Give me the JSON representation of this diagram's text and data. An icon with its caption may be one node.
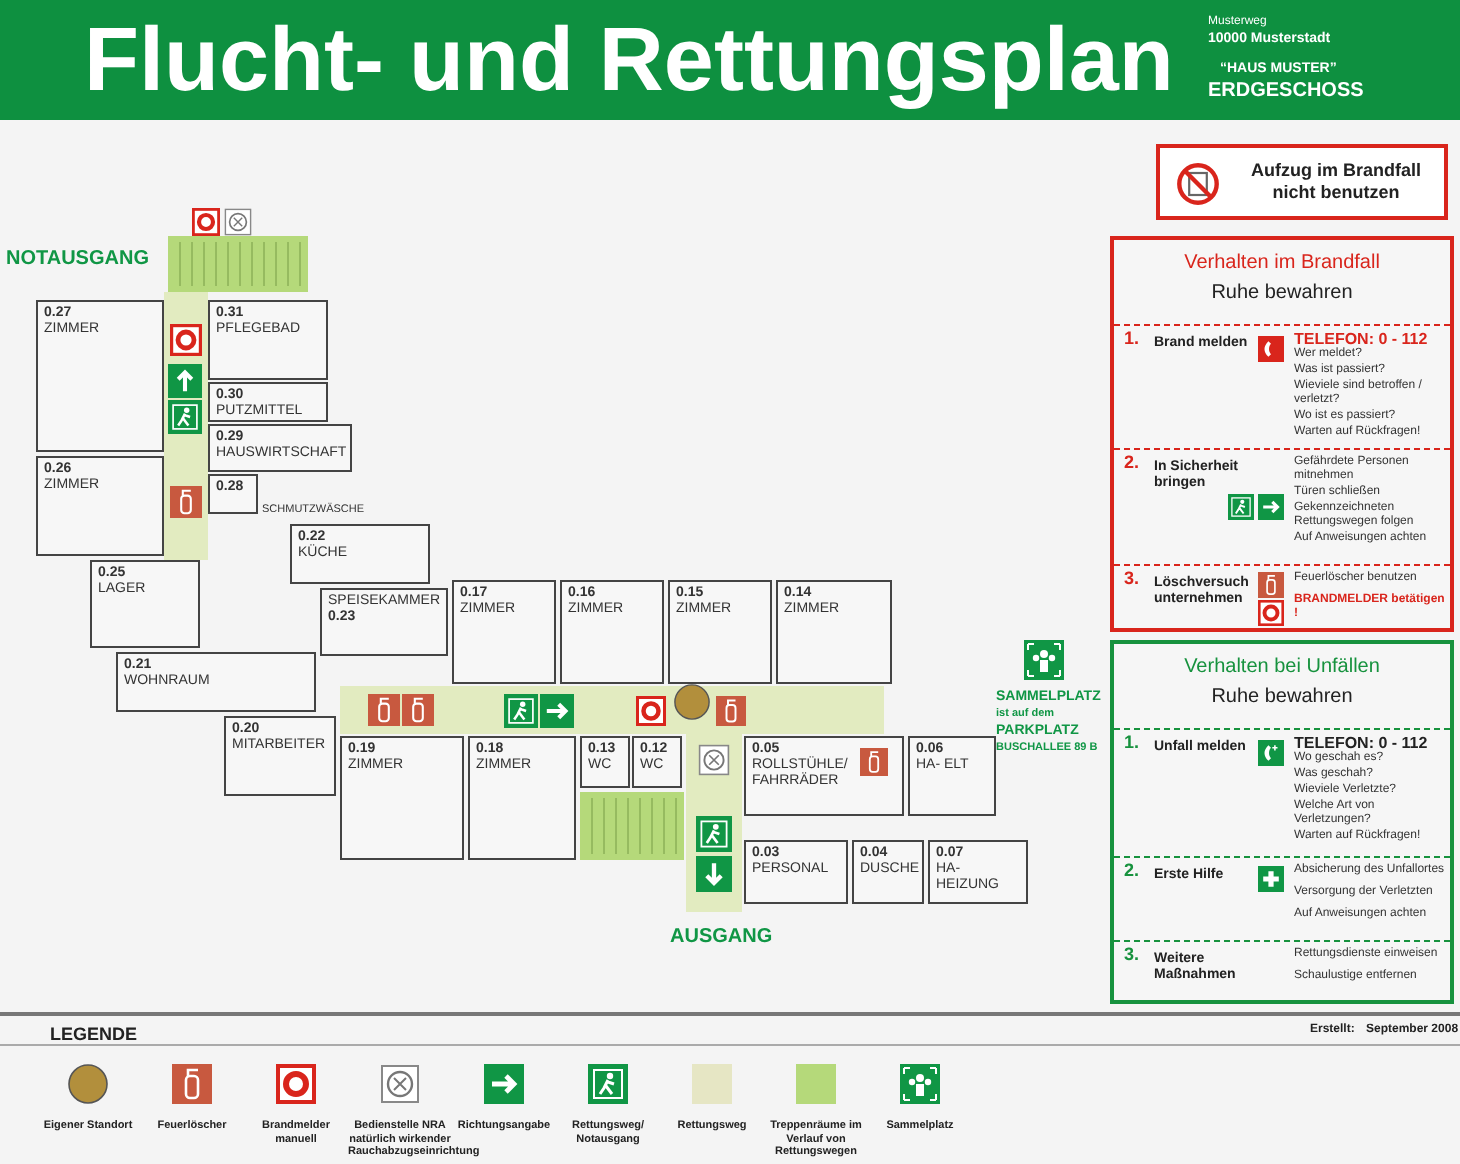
{
  "diagram": {
    "title": "Flucht- und Rettungsplan",
    "nodes": [
      {
        "text": [
          "Aufzug im Brandfall nicht benutzen"
        ]
      },
      {
        "text": [
          "0.27",
          "ZIMMER"
        ]
      },
      {
        "text": [
          "0.31",
          "PFLEGEBAD"
        ]
      },
      {
        "text": [
          "0.30",
          "PUTZMITTEL"
        ]
      },
      {
        "text": [
          "0.29",
          "HAUSWIRTSCHAFT"
        ]
      },
      {
        "text": [
          "0.26",
          "ZIMMER"
        ]
      },
      {
        "text": [
          "0.28"
        ]
      },
      {
        "text": [
          "0.22",
          "KÜCHE"
        ]
      },
      {
        "text": [
          "0.25",
          "LAGER"
        ]
      },
      {
        "text": [
          "SPEISEKAMMER",
          "0.23"
        ]
      },
      {
        "text": [
          "0.21",
          "WOHNRAUM"
        ]
      },
      {
        "text": [
          "0.17",
          "ZIMMER"
        ]
      },
      {
        "text": [
          "0.16",
          "ZIMMER"
        ]
      },
      {
        "text": [
          "0.15",
          "ZIMMER"
        ]
      },
      {
        "text": [
          "0.14",
          "ZIMMER"
        ]
      },
      {
        "text": [
          "0.20",
          "MITARBEITER"
        ]
      },
      {
        "text": [
          "0.19",
          "ZIMMER"
        ]
      },
      {
        "text": [
          "0.18",
          "ZIMMER"
        ]
      },
      {
        "text": [
          "0.13",
          "WC"
        ]
      },
      {
        "text": [
          "0.12",
          "WC"
        ]
      },
      {
        "text": [
          "0.05",
          "ROLLSTÜHLE/ FAHRRÄDER"
        ]
      },
      {
        "text": [
          "0.06",
          "HA- ELT"
        ]
      },
      {
        "text": [
          "0.03",
          "PERSONAL"
        ]
      },
      {
        "text": [
          "0.04",
          "DUSCHE"
        ]
      },
      {
        "text": [
          "0.07",
          "HA- HEIZUNG"
        ]
      },
      {
        "text": [
          "Verhalten im Brandfall",
          "Ruhe bewahren"
        ]
      },
      {
        "text": [
          "1.",
          "Brand melden",
          "TELEFON: 0 - 112",
          "Wer meldet?",
          "Was ist passiert?",
          "Wieviele sind betroffen / verletzt?",
          "Wo ist es passiert?",
          "Warten auf Rückfragen!"
        ],
        "in": 25
      },
      {
        "text": [
          "2.",
          "In Sicherheit bringen",
          "Gefährdete Personen mitnehmen",
          "Türen schließen",
          "Gekennzeichneten Rettungswegen folgen",
          "Auf Anweisungen achten"
        ],
        "in": 25
      },
      {
        "text": [
          "3.",
          "Löschversuch unternehmen",
          "Feuerlöscher benutzen",
          "BRANDMELDER betätigen !"
        ],
        "in": 25
      },
      {
        "text": [
          "Verhalten bei Unfällen",
          "Ruhe bewahren"
        ]
      },
      {
        "text": [
          "1.",
          "Unfall melden",
          "TELEFON: 0 - 112",
          "Wo geschah es?",
          "Was geschah?",
          "Wieviele Verletzte?",
          "Welche Art von Verletzungen?",
          "Warten auf Rückfragen!"
        ],
        "in": 29
      },
      {
        "text": [
          "2.",
          "Erste Hilfe",
          "Absicherung des Unfallortes",
          "Versorgung der Verletzten",
          "Auf Anweisungen achten"
        ],
        "in": 29
      },
      {
        "text": [
          "3.",
          "Weitere Maßnahmen",
          "Rettungsdienste einweisen",
          "Schaulustige entfernen"
        ],
        "in": 29
      }
    ],
    "labels": [
      "Musterweg",
      "10000 Musterstadt",
      "“HAUS MUSTER”",
      "ERDGESCHOSS",
      "NOTAUSGANG",
      "SCHMUTZWÄSCHE",
      "SAMMELPLATZ",
      "ist auf dem",
      "PARKPLATZ",
      "BUSCHALLEE 89 B",
      "AUSGANG",
      "LEGENDE",
      "Erstellt:",
      "September 2008"
    ],
    "legend": [
      {
        "text": "Eigener Standort"
      },
      {
        "text": "Feuerlöscher"
      },
      {
        "text": "Brandmelder manuell"
      },
      {
        "text": "Bedienstelle NRA natürlich wirkender Rauchabzugseinrichtung"
      },
      {
        "text": "Richtungsangabe"
      },
      {
        "text": "Rettungsweg/ Notausgang"
      },
      {
        "text": "Rettungsweg",
        "color": "#e6e6c4"
      },
      {
        "text": "Treppenräume im Verlauf von Rettungswegen",
        "color": "#b5d97a"
      },
      {
        "text": "Sammelplatz"
      }
    ]
  }
}
